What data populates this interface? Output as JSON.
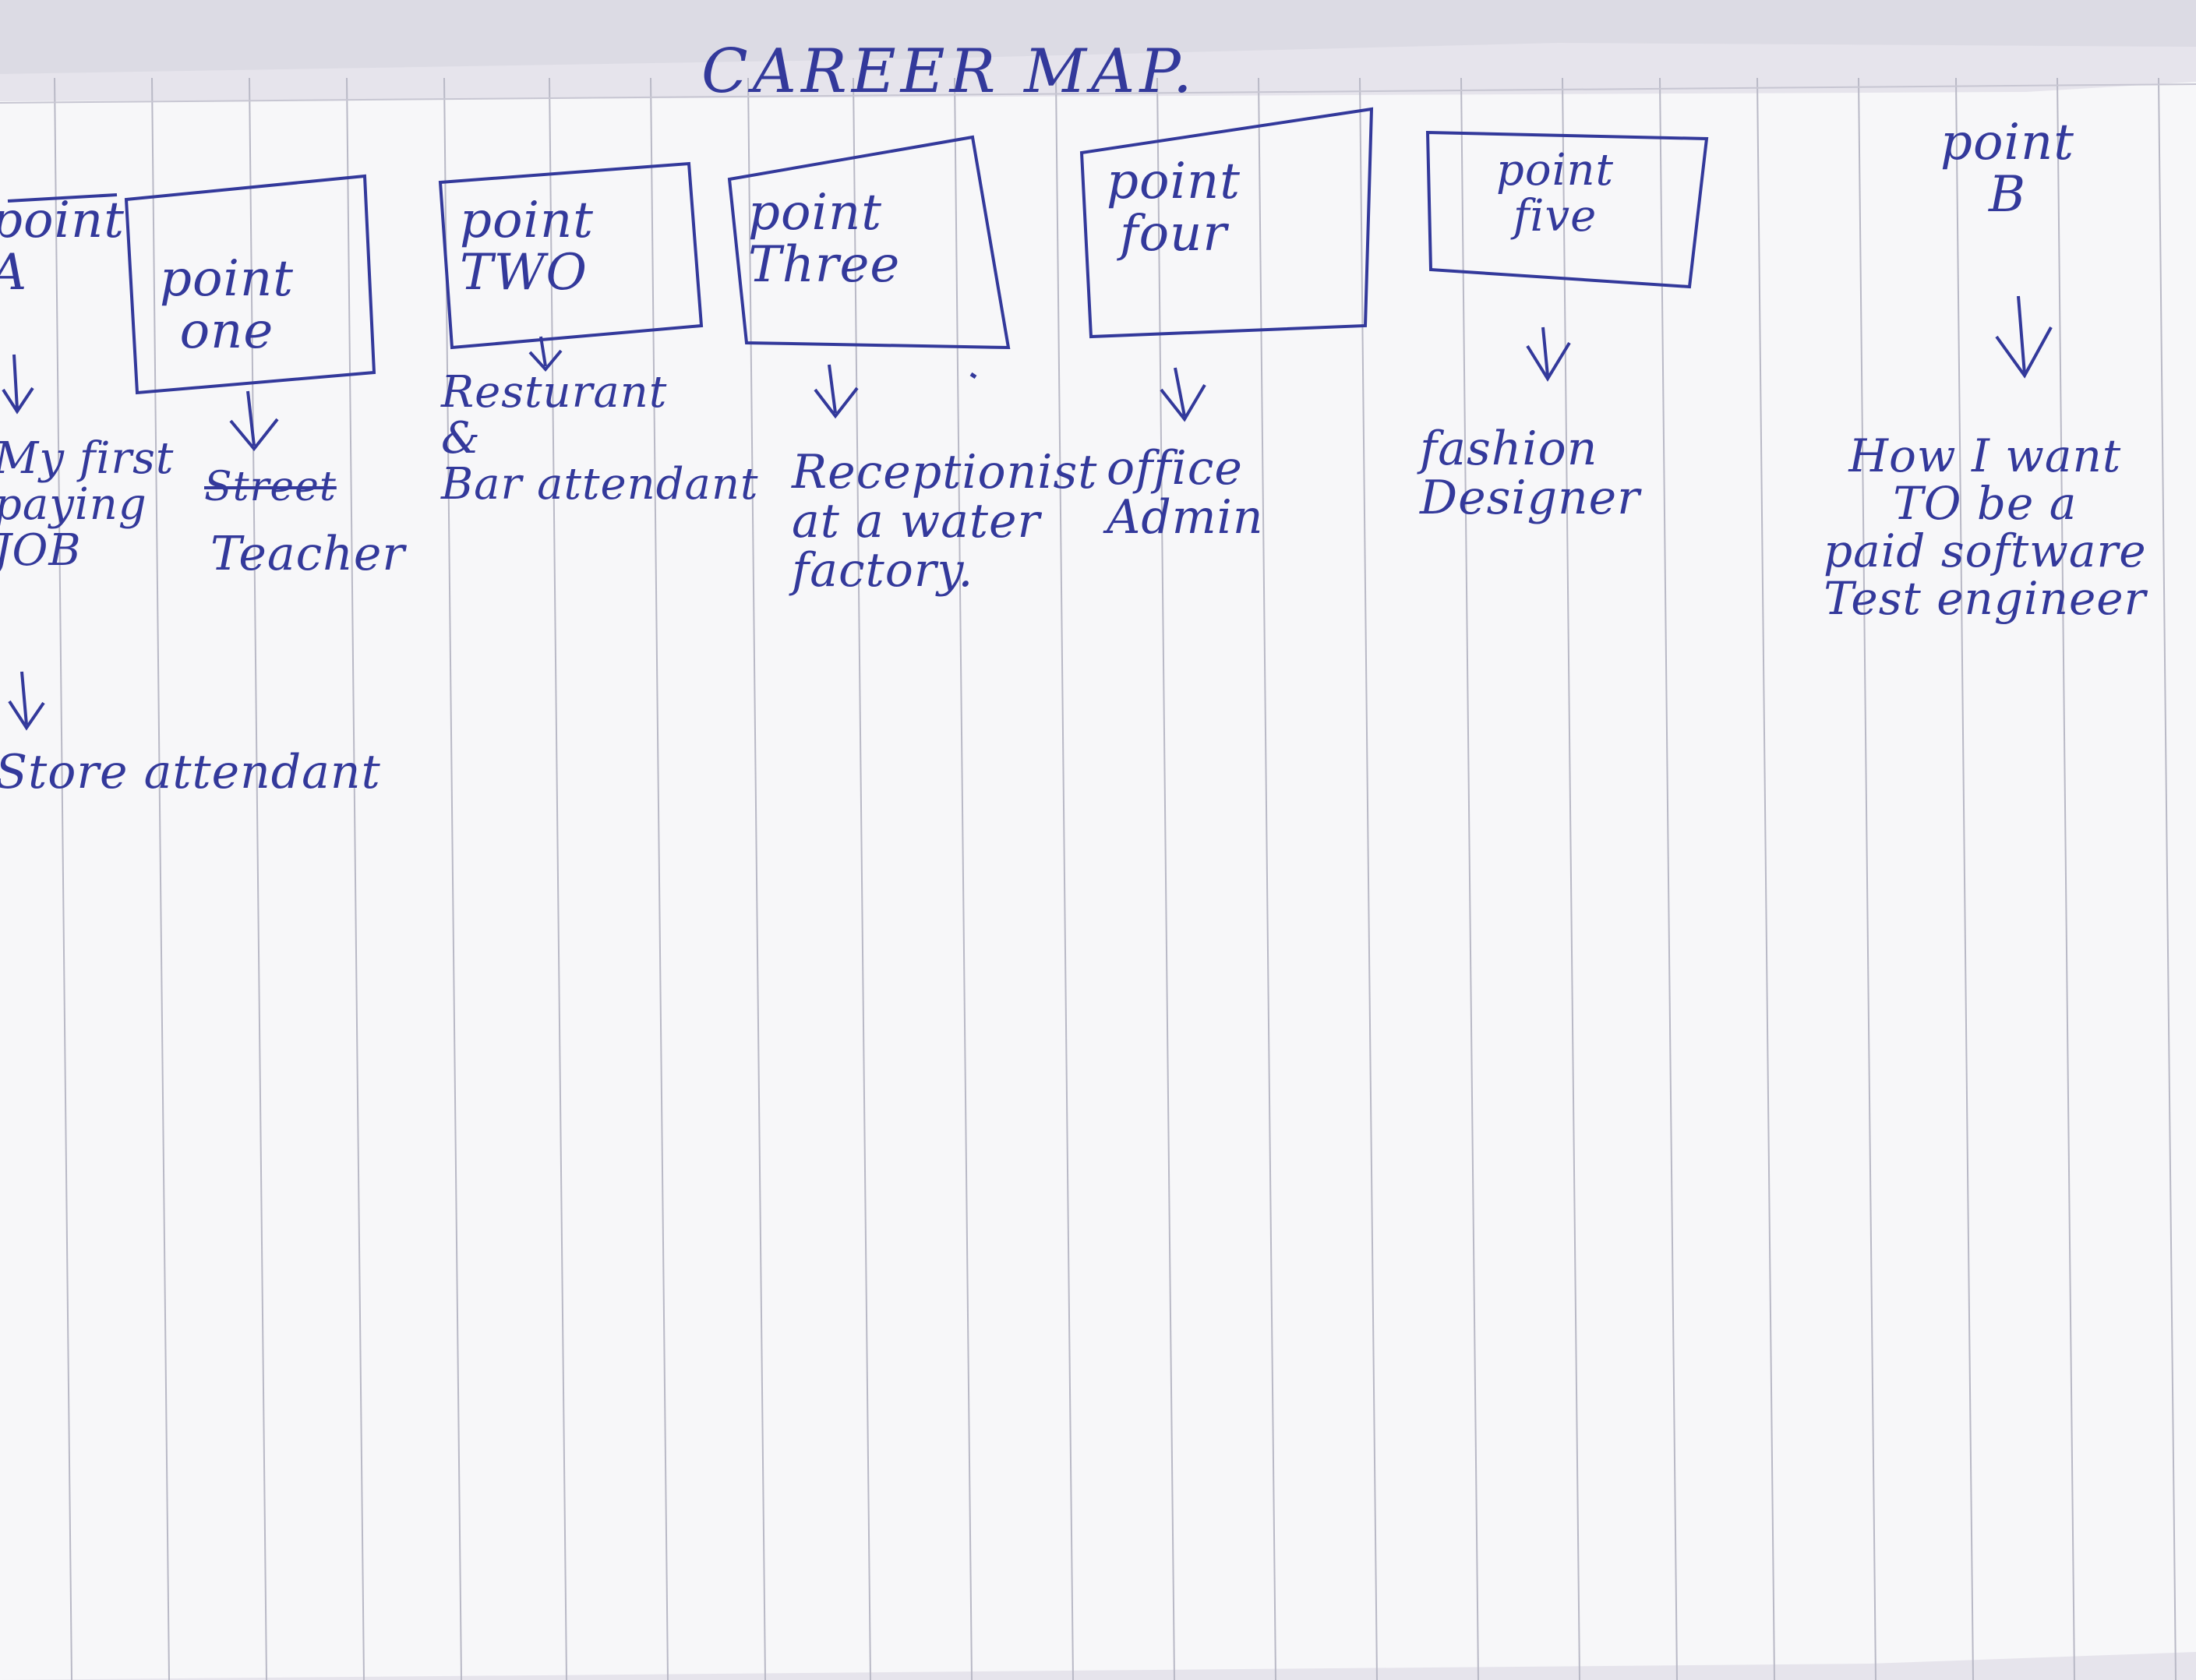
{
  "title": "CAREER MAP.",
  "start": {
    "label": "point\nA",
    "jobs": [
      "My first\npaying\nJOB",
      "Store attendant"
    ]
  },
  "points": [
    {
      "label": "point\none",
      "job": "Teacher",
      "struck": "Street"
    },
    {
      "label": "point\nTWO",
      "job": "Resturant\n&\nBar attendant"
    },
    {
      "label": "point\nThree",
      "job": "Receptionist\nat a water\nfactory."
    },
    {
      "label": "point\nfour",
      "job": "office\nAdmin"
    },
    {
      "label": "point\nfive",
      "job": "fashion\nDesigner"
    }
  ],
  "goal": {
    "label": "point\nB",
    "job": "How I want\nTO be a\npaid software\nTest engineer"
  },
  "colors": {
    "ink": "#33399b",
    "paper": "#f6f6f8",
    "rule": "#b9b9c6"
  },
  "icons": {
    "arrow": "down-arrow-icon"
  }
}
